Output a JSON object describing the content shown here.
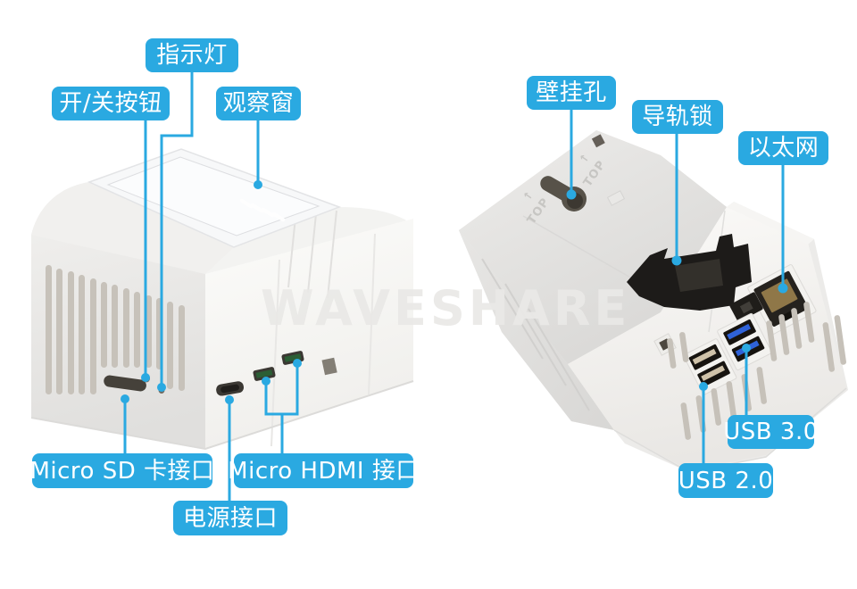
{
  "colors": {
    "accent": "#2AA9E1",
    "label_text": "#ffffff",
    "background": "#ffffff",
    "case_light": "#f6f5f3",
    "case_shadow": "#dededc",
    "usb3_blue": "#2f62d8"
  },
  "watermark": "WAVESHARE",
  "callouts": {
    "indicator_light": "指示灯",
    "power_button": "开/关按钮",
    "observation_window": "观察窗",
    "micro_sd": "Micro SD 卡接口",
    "power_port": "电源接口",
    "micro_hdmi": "Micro HDMI 接口",
    "wall_mount_hole": "壁挂孔",
    "rail_lock": "导轨锁",
    "ethernet": "以太网",
    "usb3": "USB 3.0",
    "usb2": "USB 2.0"
  },
  "markings": {
    "top_left": "TOP",
    "top_right": "TOP",
    "arrow_left": "↑",
    "arrow_right": "↑"
  }
}
